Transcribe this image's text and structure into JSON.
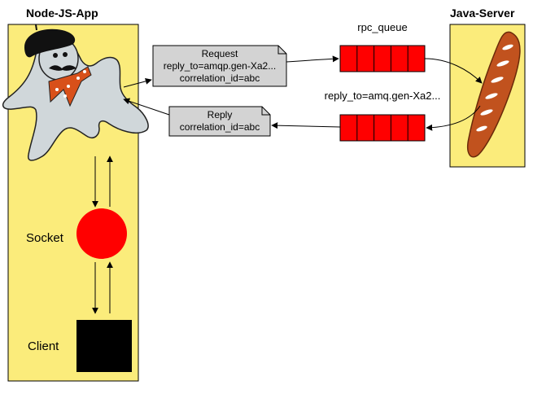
{
  "node_app": {
    "title": "Node-JS-App",
    "socket_label": "Socket",
    "client_label": "Client"
  },
  "java_server": {
    "title": "Java-Server"
  },
  "queues": {
    "rpc_queue_label": "rpc_queue",
    "reply_queue_label": "reply_to=amq.gen-Xa2..."
  },
  "request_note": {
    "line1": "Request",
    "line2": "reply_to=amqp.gen-Xa2...",
    "line3": "correlation_id=abc"
  },
  "reply_note": {
    "line1": "Reply",
    "line2": "correlation_id=abc"
  },
  "colors": {
    "panel_fill": "#fbec7b",
    "queue_fill": "#ff0000",
    "socket_fill": "#ff0000",
    "client_fill": "#000000",
    "note_fill": "#d3d3d3",
    "bread": "#c1521e"
  }
}
